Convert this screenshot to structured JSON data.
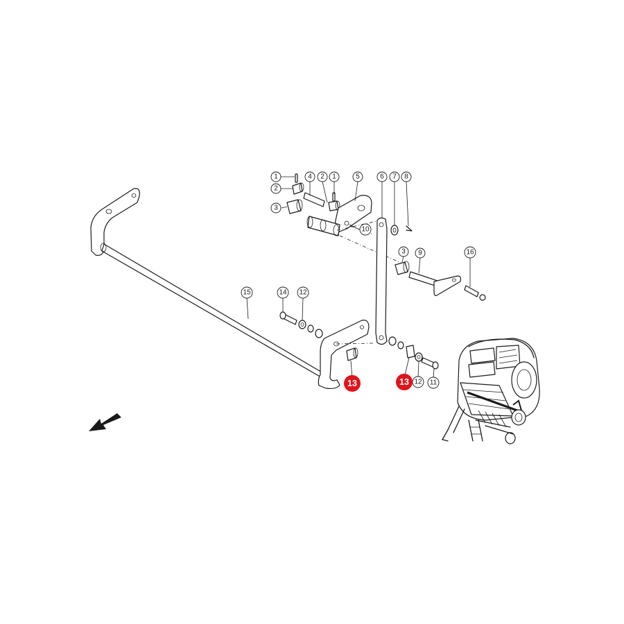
{
  "diagram": {
    "callouts": [
      {
        "id": "c1a",
        "label": "1"
      },
      {
        "id": "c2a",
        "label": "2"
      },
      {
        "id": "c3a",
        "label": "3"
      },
      {
        "id": "c4",
        "label": "4"
      },
      {
        "id": "c2b",
        "label": "2"
      },
      {
        "id": "c1b",
        "label": "1"
      },
      {
        "id": "c5",
        "label": "5"
      },
      {
        "id": "c10",
        "label": "10"
      },
      {
        "id": "c6",
        "label": "6"
      },
      {
        "id": "c7",
        "label": "7"
      },
      {
        "id": "c8",
        "label": "8"
      },
      {
        "id": "c3b",
        "label": "3"
      },
      {
        "id": "c9",
        "label": "9"
      },
      {
        "id": "c16",
        "label": "16"
      },
      {
        "id": "c15",
        "label": "15"
      },
      {
        "id": "c14",
        "label": "14"
      },
      {
        "id": "c12a",
        "label": "12"
      },
      {
        "id": "c12b",
        "label": "12"
      },
      {
        "id": "c11",
        "label": "11"
      }
    ],
    "highlighted": [
      {
        "id": "h13a",
        "label": "13"
      },
      {
        "id": "h13b",
        "label": "13"
      }
    ],
    "highlight_color": "#e0141b",
    "line_color": "#1a1a1a",
    "direction_arrow": "forward-direction-arrow-icon",
    "thumbnail": "baler-machine-thumbnail"
  }
}
